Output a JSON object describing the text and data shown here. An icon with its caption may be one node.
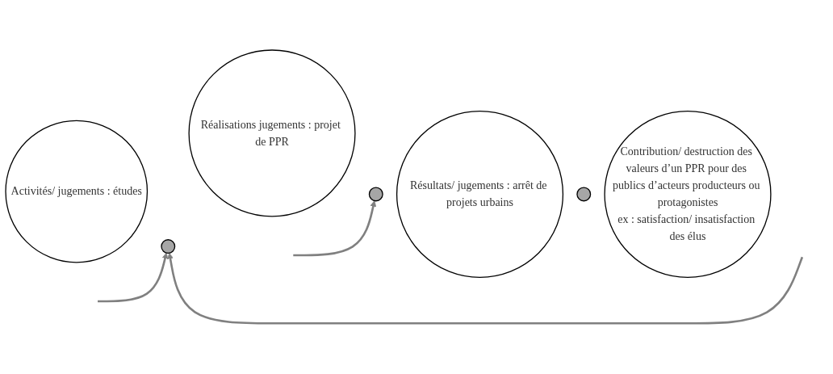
{
  "diagram": {
    "nodes": [
      {
        "text": [
          "Activités/ jugements : études"
        ]
      },
      {
        "text": [
          "Réalisations jugements : projet de PPR"
        ]
      },
      {
        "text": [
          "Résultats/ jugements : arrêt de projets urbains"
        ]
      },
      {
        "text": [
          "Contribution/ destruction des valeurs d’un PPR pour des publics d’acteurs producteurs ou protagonistes",
          "ex : satisfaction/ insatisfaction des élus"
        ]
      },
      {
        "text": [],
        "shape": "lens"
      },
      {
        "text": [],
        "shape": "lens"
      },
      {
        "text": [],
        "shape": "lens"
      }
    ],
    "edges": [
      {
        "from": null,
        "to": 4,
        "arrow": "to"
      },
      {
        "from": null,
        "to": 4,
        "arrow": "to"
      },
      {
        "from": null,
        "to": 5,
        "arrow": "to"
      }
    ]
  }
}
